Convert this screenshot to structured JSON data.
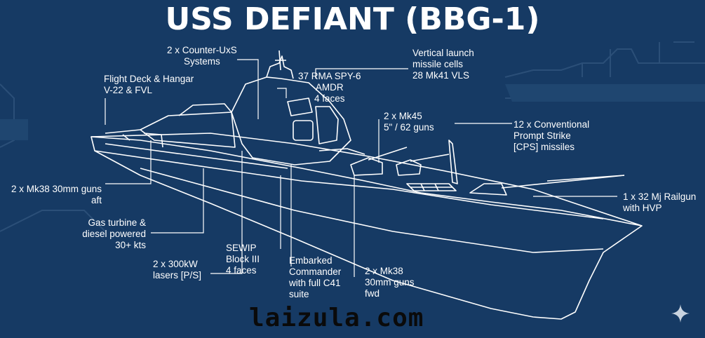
{
  "title": "USS DEFIANT (BBG-1)",
  "colors": {
    "background": "#163a64",
    "lines": "#ffffff",
    "ghost": "#2b4f78"
  },
  "labels": {
    "counter_uxs": "2 x Counter-UxS\nSystems",
    "flight_deck": "Flight Deck & Hangar\nV-22 & FVL",
    "spy6": "37 RMA SPY-6\nAMDR\n4 faces",
    "vls": "Vertical launch\nmissile cells\n28 Mk41 VLS",
    "mk45": "2 x Mk45\n5\" / 62 guns",
    "cps": "12 x Conventional\nPrompt Strike\n[CPS] missiles",
    "mk38_aft": "2 x Mk38 30mm guns\naft",
    "railgun": "1 x 32 Mj Railgun\nwith HVP",
    "propulsion": "Gas turbine &\ndiesel powered\n30+ kts",
    "lasers": "2 x 300kW\nlasers [P/S]",
    "sewip": "SEWIP\nBlock III\n4 faces",
    "commander": "Embarked\nCommander\nwith full C41\nsuite",
    "mk38_fwd": "2 x Mk38\n30mm guns\nfwd"
  },
  "watermark": "laizula.com",
  "icons": {
    "corner": "sparkle-icon"
  }
}
